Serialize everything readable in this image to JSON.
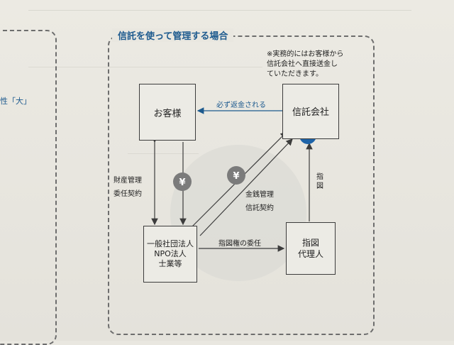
{
  "panel": {
    "title": "信託を使って管理する場合"
  },
  "left_panel": {
    "fragment": "性「大」"
  },
  "note": {
    "line1": "※実務的にはお客様から",
    "line2": "信託会社へ直接送金し",
    "line3": "ていただきます。"
  },
  "nodes": {
    "customer": "お客様",
    "trust_company": "信託会社",
    "corp_line1": "一般社団法人",
    "corp_line2": "NPO法人",
    "corp_line3": "士業等",
    "agent_line1": "指図",
    "agent_line2": "代理人"
  },
  "edges": {
    "return": "必ず返金される",
    "asset_mgmt_1": "財産管理",
    "asset_mgmt_2": "委任契約",
    "money_mgmt_1": "金銭管理",
    "money_mgmt_2": "信託契約",
    "direction": "指図",
    "direction_delegation": "指図権の委任"
  },
  "symbols": {
    "yen": "¥"
  },
  "colors": {
    "accent": "#1d5a8e",
    "coin_gray": "#7b7b7b",
    "coin_blue": "#1e63a8"
  }
}
